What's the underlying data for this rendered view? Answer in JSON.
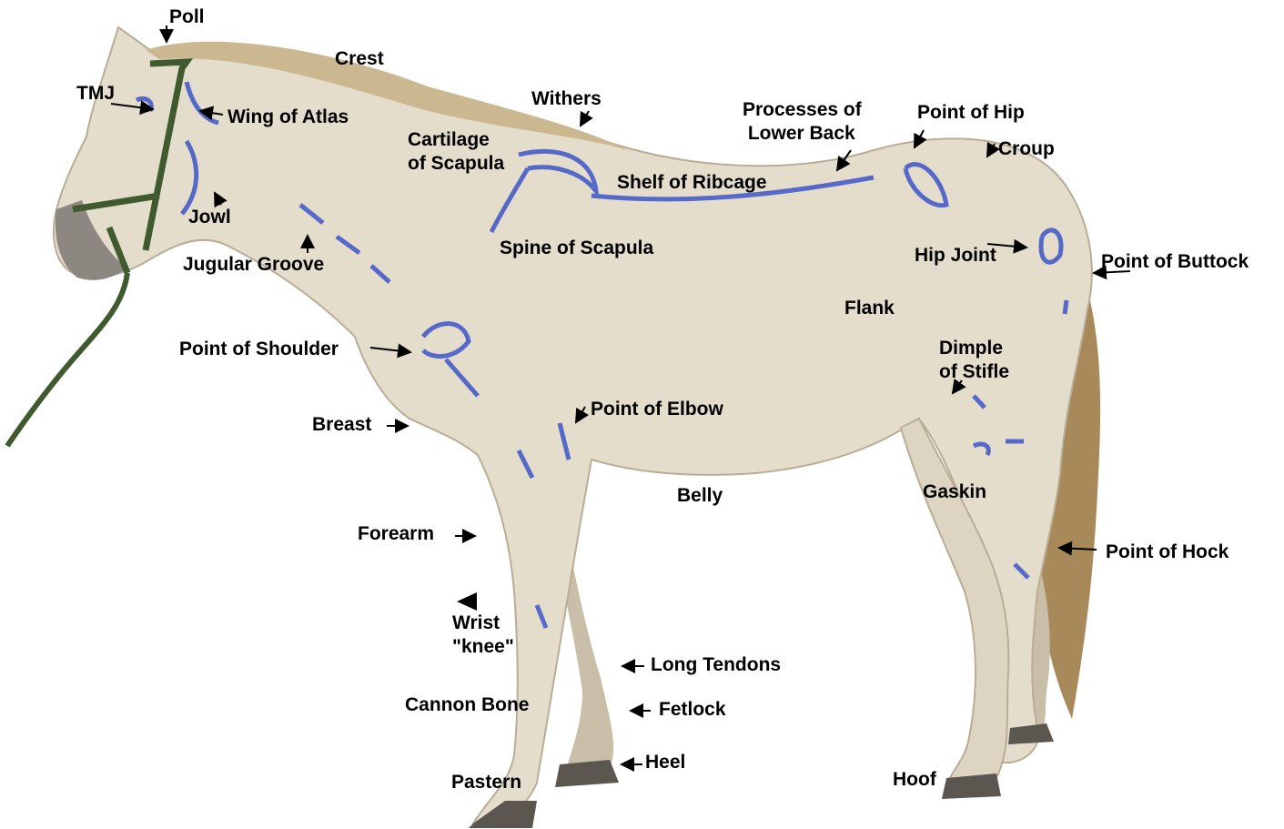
{
  "colors": {
    "background": "#ffffff",
    "horse_coat": "#e4ddcc",
    "horse_shade": "#c9bea8",
    "marker_blue": "#3e55c8",
    "tail": "#a88a5a",
    "halter": "#3f5a2e",
    "hoof": "#5b5650",
    "label_text": "#000000"
  },
  "labels": {
    "poll": "Poll",
    "crest": "Crest",
    "tmj": "TMJ",
    "wing_of_atlas": "Wing of Atlas",
    "withers": "Withers",
    "processes_of_lower_back": "Processes of\n Lower Back",
    "point_of_hip": "Point of Hip",
    "croup": "Croup",
    "cartilage_of_scapula": "Cartilage\nof Scapula",
    "shelf_of_ribcage": "Shelf of Ribcage",
    "jowl": "Jowl",
    "jugular_groove": "Jugular Groove",
    "spine_of_scapula": "Spine of Scapula",
    "hip_joint": "Hip Joint",
    "point_of_buttock": "Point of Buttock",
    "flank": "Flank",
    "point_of_shoulder": "Point of Shoulder",
    "dimple_of_stifle": "Dimple\nof Stifle",
    "breast": "Breast",
    "point_of_elbow": "Point of Elbow",
    "belly": "Belly",
    "gaskin": "Gaskin",
    "forearm": "Forearm",
    "point_of_hock": "Point of Hock",
    "wrist_knee": "Wrist\n\"knee\"",
    "long_tendons": "Long Tendons",
    "cannon_bone": "Cannon Bone",
    "fetlock": "Fetlock",
    "heel": "Heel",
    "pastern": "Pastern",
    "hoof": "Hoof"
  }
}
